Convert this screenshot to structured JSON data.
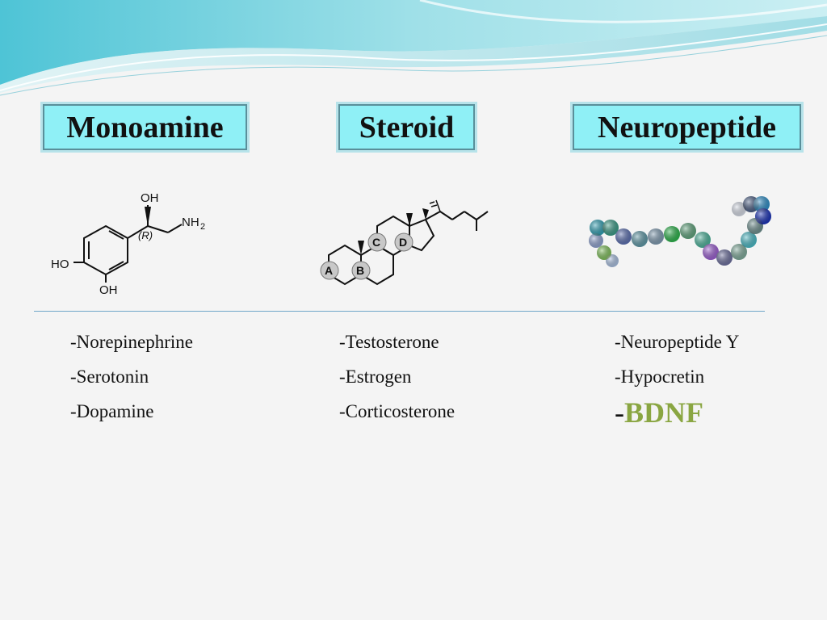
{
  "categories": [
    {
      "title": "Monoamine",
      "diagram": "norepinephrine-structure",
      "diagram_labels": {
        "oh_top": "OH",
        "nh2": "NH",
        "nh2_sub": "2",
        "stereo": "(R)",
        "ho_left": "HO",
        "oh_bottom": "OH"
      },
      "items": [
        "-Norepinephrine",
        "-Serotonin",
        "-Dopamine"
      ]
    },
    {
      "title": "Steroid",
      "diagram": "steroid-skeleton-structure",
      "diagram_labels": {
        "ring_a": "A",
        "ring_b": "B",
        "ring_c": "C",
        "ring_d": "D"
      },
      "items": [
        "-Testosterone",
        "-Estrogen",
        "-Corticosterone"
      ]
    },
    {
      "title": "Neuropeptide",
      "diagram": "peptide-bead-chain",
      "items": [
        "-Neuropeptide Y",
        "-Hypocretin"
      ],
      "emphasis_item": {
        "dash": "-",
        "label": "BDNF",
        "color": "#8aa642"
      }
    }
  ],
  "colors": {
    "box_fill": "#8ff0f6",
    "box_border": "#5a8f9a",
    "divider": "#6fa6c8",
    "wave_teal": "#7fd3df",
    "highlight": "#8aa642"
  }
}
